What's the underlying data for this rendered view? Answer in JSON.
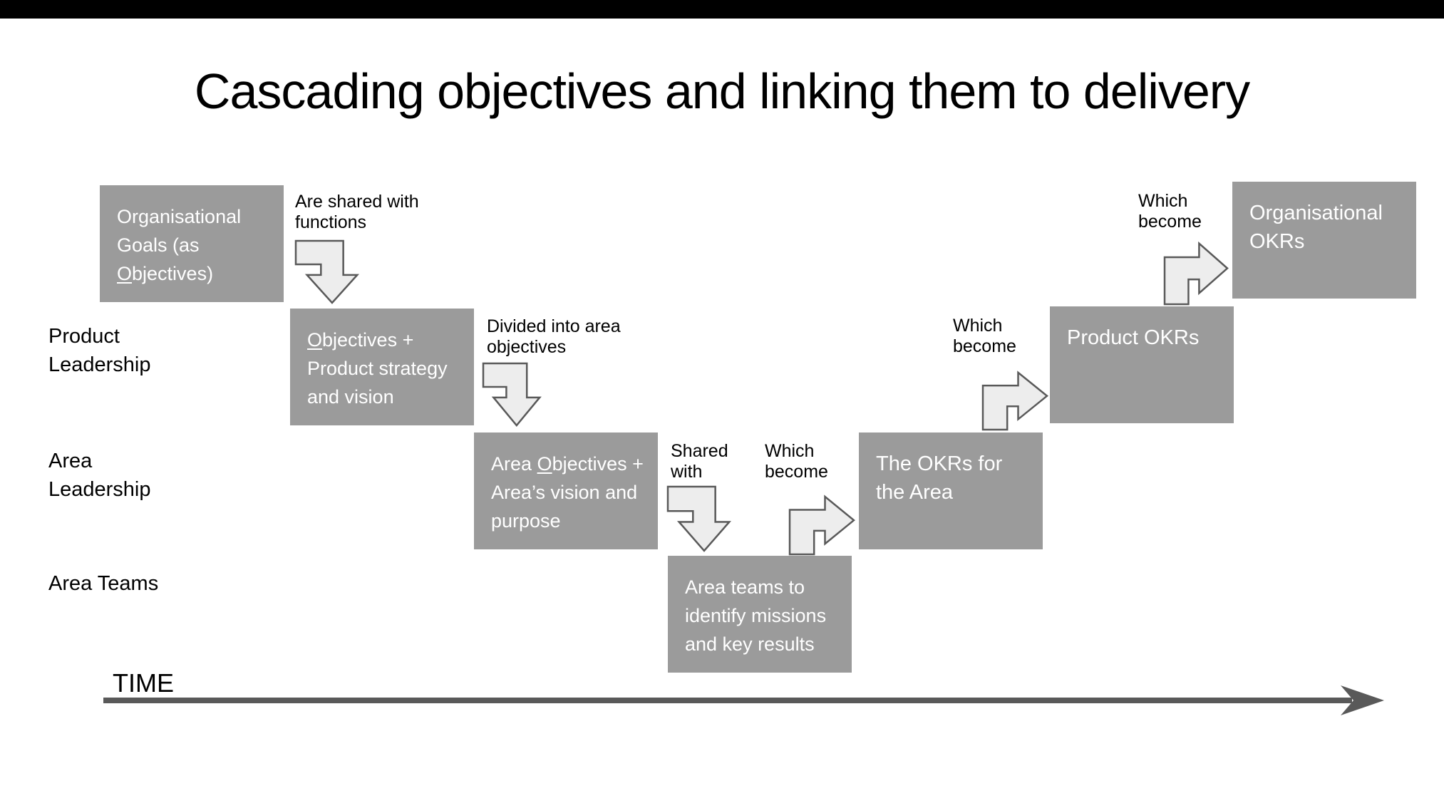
{
  "title": "Cascading objectives and linking them to delivery",
  "rows": [
    {
      "label": "Product\nLeadership"
    },
    {
      "label": "Area\nLeadership"
    },
    {
      "label": "Area Teams"
    }
  ],
  "boxes": [
    {
      "pre": "Organisational Goals (as ",
      "underlined": "O",
      "post": "bjectives)"
    },
    {
      "pre": "",
      "underlined": "O",
      "post": "bjectives + Product strategy and vision"
    },
    {
      "pre": "Area ",
      "underlined": "O",
      "post": "bjectives + Area’s vision and purpose"
    },
    {
      "pre": "Area teams to identify missions and key results",
      "underlined": "",
      "post": ""
    },
    {
      "pre": "The OKRs for the Area",
      "underlined": "",
      "post": ""
    },
    {
      "pre": "Product OKRs",
      "underlined": "",
      "post": ""
    },
    {
      "pre": "Organisational OKRs",
      "underlined": "",
      "post": ""
    }
  ],
  "annotations": [
    {
      "text": "Are shared with\nfunctions"
    },
    {
      "text": "Divided into area\nobjectives"
    },
    {
      "text": "Shared\nwith"
    },
    {
      "text": "Which\nbecome"
    },
    {
      "text": "Which\nbecome"
    },
    {
      "text": "Which\nbecome"
    }
  ],
  "time_label": "TIME",
  "colors": {
    "box": "#9b9b9b",
    "box_text": "#ffffff",
    "arrow_fill": "#ededed",
    "arrow_stroke": "#595959",
    "time_arrow": "#595959",
    "text": "#000000",
    "letterbox": "#000000"
  }
}
